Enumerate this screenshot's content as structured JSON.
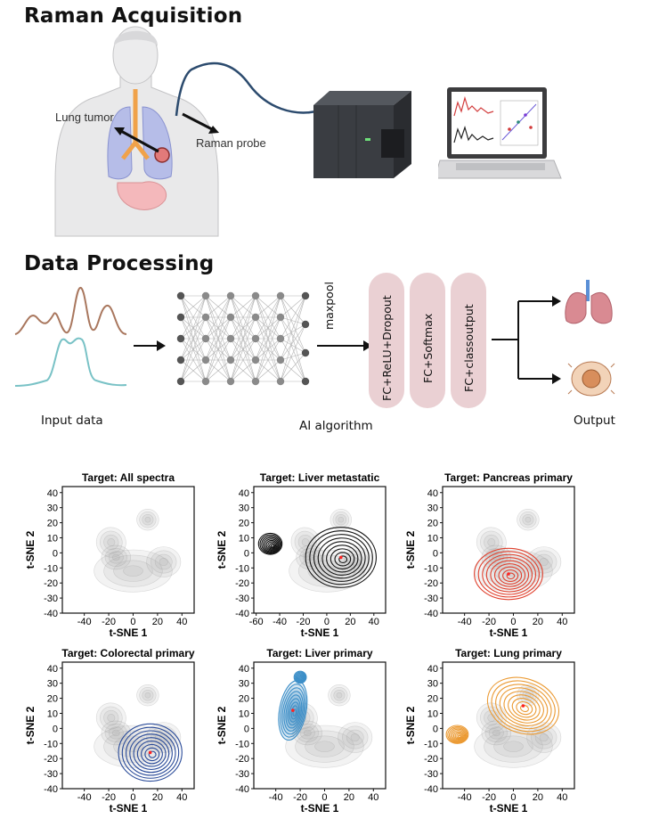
{
  "acquisition": {
    "title": "Raman Acquisition",
    "lung_tumor_label": "Lung tumor",
    "raman_probe_label": "Raman probe"
  },
  "processing": {
    "title": "Data Processing",
    "input_label": "Input data",
    "algorithm_label": "AI algorithm",
    "output_label": "Output",
    "maxpool_label": "maxpool",
    "layers": [
      "FC+ReLU+Dropout",
      "FC+Softmax",
      "FC+classoutput"
    ]
  },
  "colors": {
    "brown_spectrum": "#a9775e",
    "teal_spectrum": "#79c2c6",
    "layer_fill": "#ead0d3",
    "all_spectra": "#8a8a8a",
    "liver_metastatic": "#111111",
    "pancreas_primary": "#e0412e",
    "colorectal_primary": "#2a4b99",
    "liver_primary": "#3d8fc8",
    "lung_primary": "#eb9a33"
  },
  "tsne": {
    "panels": [
      {
        "title": "Target: All spectra",
        "xlabel": "t-SNE 1",
        "ylabel": "t-SNE 2",
        "xticks": [
          "-40",
          "-20",
          "0",
          "20",
          "40"
        ],
        "yticks": [
          "40",
          "30",
          "20",
          "10",
          "0",
          "-10",
          "-20",
          "-30",
          "-40"
        ]
      },
      {
        "title": "Target: Liver metastatic",
        "xlabel": "t-SNE 1",
        "ylabel": "t-SNE 2",
        "xticks": [
          "-60",
          "-40",
          "-20",
          "0",
          "20",
          "40"
        ],
        "yticks": [
          "40",
          "30",
          "20",
          "10",
          "0",
          "-10",
          "-20",
          "-30",
          "-40"
        ]
      },
      {
        "title": "Target: Pancreas primary",
        "xlabel": "t-SNE 1",
        "ylabel": "t-SNE 2",
        "xticks": [
          "-40",
          "-20",
          "0",
          "20",
          "40"
        ],
        "yticks": [
          "40",
          "30",
          "20",
          "10",
          "0",
          "-10",
          "-20",
          "-30",
          "-40"
        ]
      },
      {
        "title": "Target: Colorectal primary",
        "xlabel": "t-SNE 1",
        "ylabel": "t-SNE 2",
        "xticks": [
          "-40",
          "-20",
          "0",
          "20",
          "40"
        ],
        "yticks": [
          "40",
          "30",
          "20",
          "10",
          "0",
          "-10",
          "-20",
          "-30",
          "-40"
        ]
      },
      {
        "title": "Target: Liver primary",
        "xlabel": "t-SNE 1",
        "ylabel": "t-SNE 2",
        "xticks": [
          "-40",
          "-20",
          "0",
          "20",
          "40"
        ],
        "yticks": [
          "40",
          "30",
          "20",
          "10",
          "0",
          "-10",
          "-20",
          "-30",
          "-40"
        ]
      },
      {
        "title": "Target: Lung primary",
        "xlabel": "t-SNE 1",
        "ylabel": "t-SNE 2",
        "xticks": [
          "-40",
          "-20",
          "0",
          "20",
          "40"
        ],
        "yticks": [
          "40",
          "30",
          "20",
          "10",
          "0",
          "-10",
          "-20",
          "-30",
          "-40"
        ]
      }
    ]
  }
}
